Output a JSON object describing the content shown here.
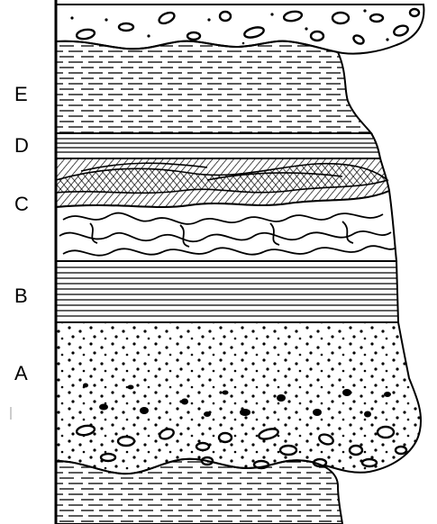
{
  "diagram": {
    "layers": [
      {
        "id": "A",
        "label": "A"
      },
      {
        "id": "B",
        "label": "B"
      },
      {
        "id": "C",
        "label": "C"
      },
      {
        "id": "D",
        "label": "D"
      },
      {
        "id": "E",
        "label": "E"
      }
    ]
  }
}
